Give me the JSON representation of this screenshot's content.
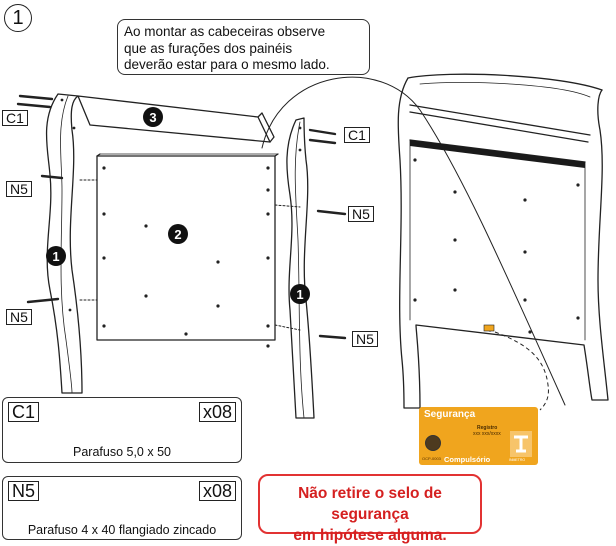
{
  "step": {
    "number": "1"
  },
  "note": {
    "lines": [
      "Ao montar as cabeceiras observe",
      "que as furações dos painéis",
      "deverão estar para o mesmo lado."
    ]
  },
  "part_labels": {
    "c1_left": "C1",
    "c1_right": "C1",
    "n5_left_top": "N5",
    "n5_left_bottom": "N5",
    "n5_right_top": "N5",
    "n5_right_bottom": "N5"
  },
  "badges": {
    "headboard_left": "1",
    "panel": "2",
    "top_rail": "3",
    "headboard_right": "1"
  },
  "legend": {
    "c1": {
      "code": "C1",
      "quantity": "x08",
      "description": "Parafuso 5,0 x 50"
    },
    "n5": {
      "code": "N5",
      "quantity": "x08",
      "description": "Parafuso 4 x 40 flangiado zincado"
    }
  },
  "warning": {
    "line1": "Não retire o selo de segurança",
    "line2": "em hipótese alguma."
  },
  "seal": {
    "title": "Segurança",
    "registro": "Registro",
    "number": "xxx xxx/xxxx",
    "compulsory": "Compulsório",
    "code": "OCP-0003",
    "inmetro": "INMETRO"
  },
  "colors": {
    "warning_red": "#d52020",
    "seal_orange": "#f0a51e",
    "panel_dark": "#1a1a1a",
    "line": "#222222"
  }
}
